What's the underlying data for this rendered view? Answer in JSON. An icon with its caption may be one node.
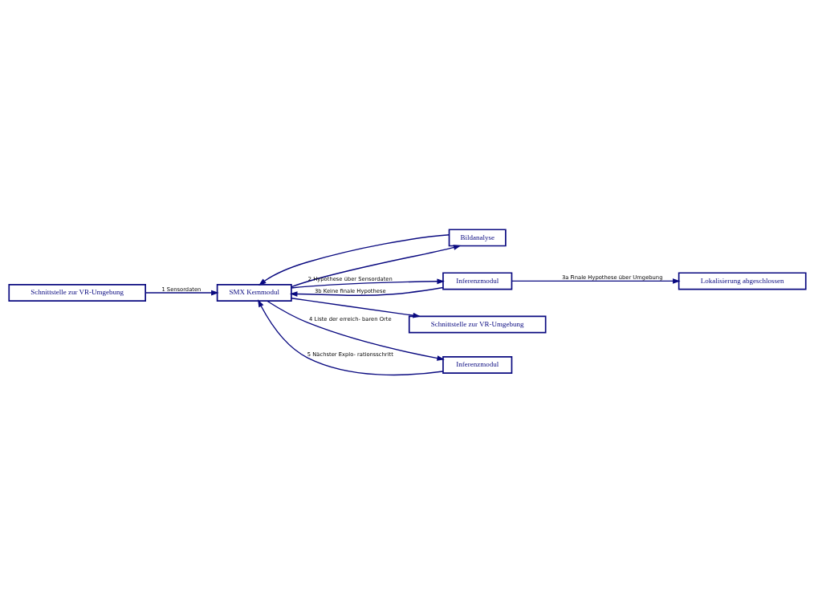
{
  "diagram": {
    "nodes": [
      {
        "text": [
          "Schnittstelle zur VR-Umgebung"
        ]
      },
      {
        "text": [
          "Bildanalyse"
        ]
      },
      {
        "text": [
          "SMX Kernmodul"
        ]
      },
      {
        "text": [
          "Inferenzmodul"
        ]
      },
      {
        "text": [
          "Lokalisierung abgeschlossen"
        ]
      },
      {
        "text": [
          "Schnittstelle zur VR-Umgebung"
        ]
      },
      {
        "text": [
          "Inferenzmodul"
        ]
      }
    ],
    "edges": [
      {
        "from": 0,
        "to": 2,
        "arrow": "to",
        "label": "1 Sensordaten"
      },
      {
        "from": 2,
        "to": 1,
        "arrow": "to"
      },
      {
        "from": 1,
        "to": 2,
        "arrow": "to"
      },
      {
        "from": 2,
        "to": 3,
        "arrow": "to",
        "label": "2 Hypothese über Sensordaten"
      },
      {
        "from": 3,
        "to": 2,
        "arrow": "to",
        "label": "3b Keine finale Hypothese"
      },
      {
        "from": 3,
        "to": 4,
        "arrow": "to",
        "label": "3a Finale Hypothese über Umgebung"
      },
      {
        "from": 2,
        "to": 6,
        "arrow": "to",
        "label": "4 Liste der erreich- baren Orte"
      },
      {
        "from": 6,
        "to": 2,
        "arrow": "to",
        "label": "5 Nächster Explo- rationsschritt"
      },
      {
        "from": 2,
        "to": 5,
        "arrow": "to"
      }
    ]
  }
}
